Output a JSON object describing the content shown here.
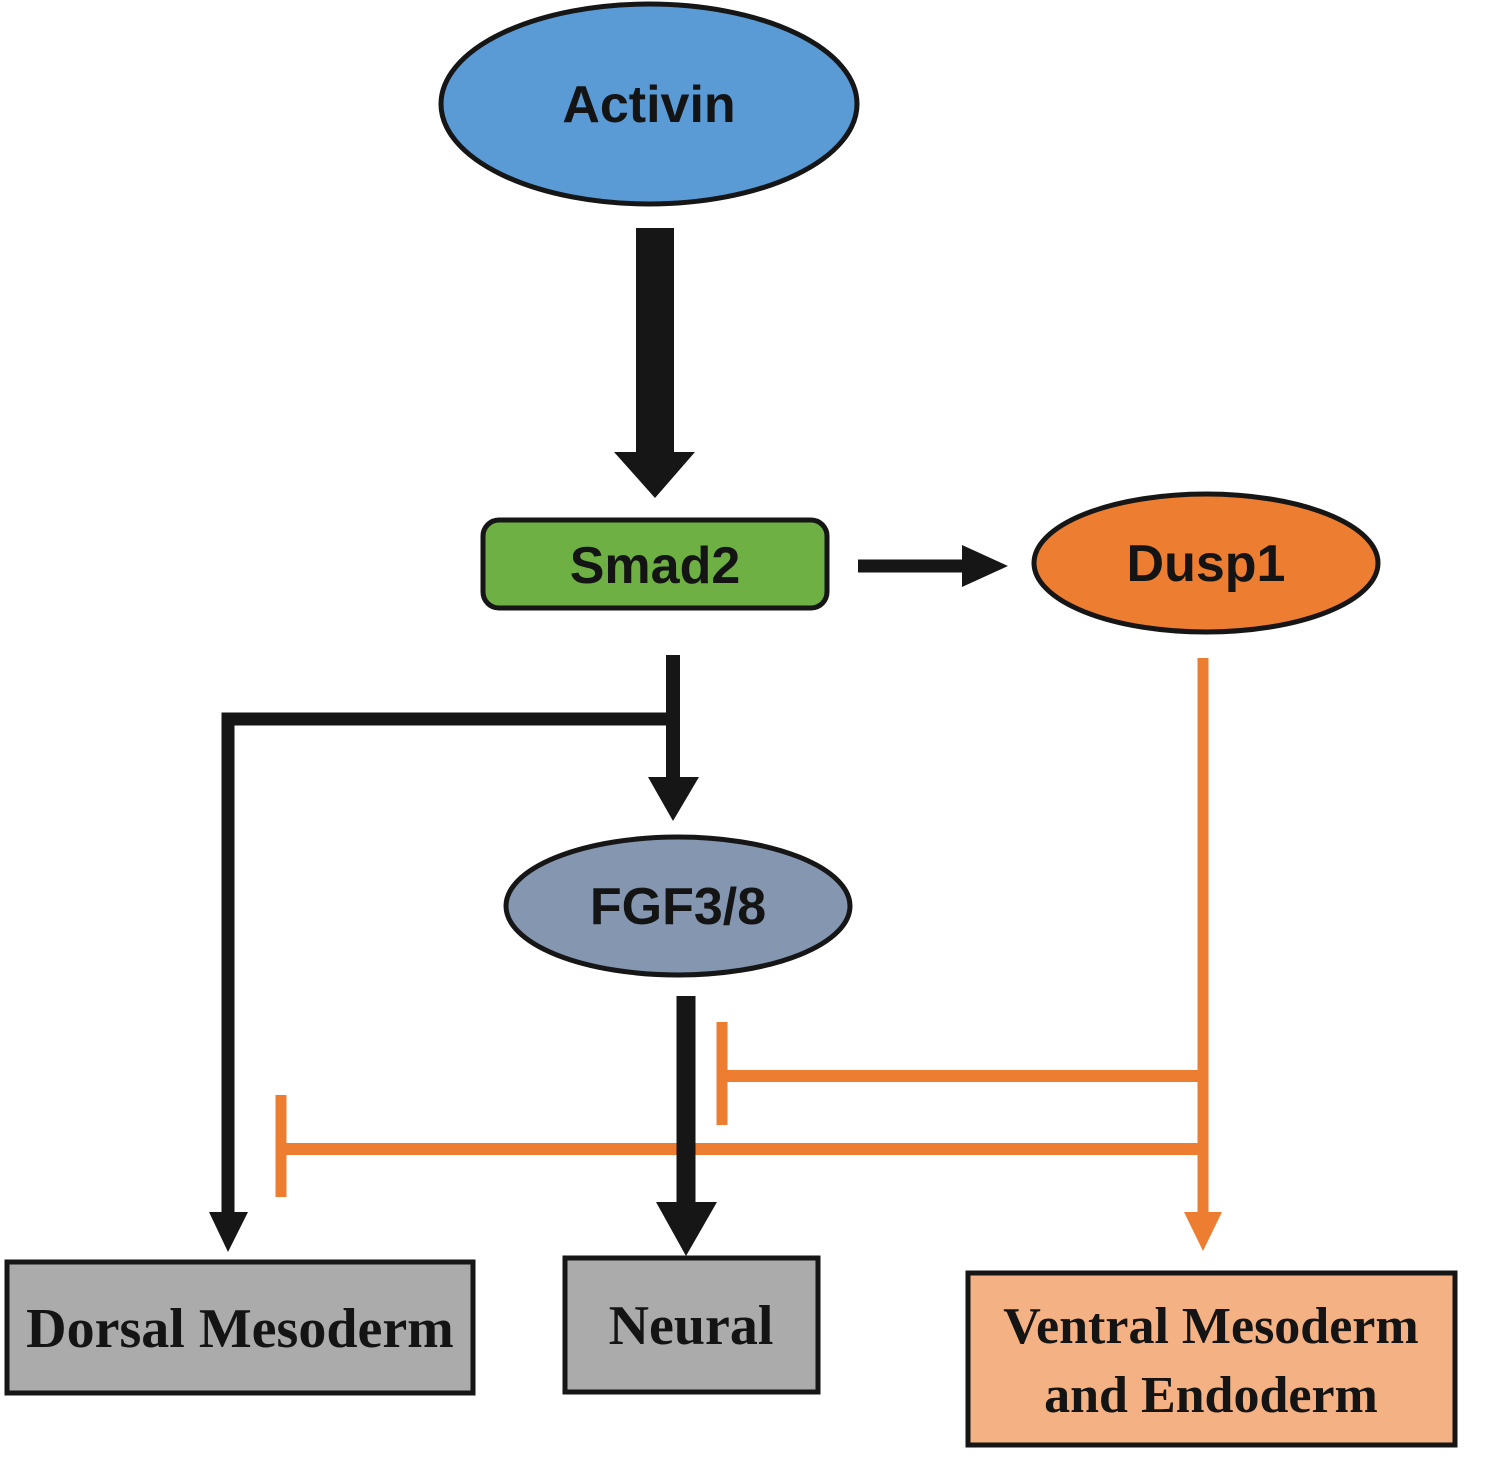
{
  "figure": {
    "type": "signaling-pathway-diagram",
    "background": "#ffffff",
    "nodes": {
      "activin": {
        "label": "Activin",
        "shape": "ellipse",
        "fill": "#5b9bd5"
      },
      "smad2": {
        "label": "Smad2",
        "shape": "rounded-rectangle",
        "fill": "#6fb044"
      },
      "dusp1": {
        "label": "Dusp1",
        "shape": "ellipse",
        "fill": "#ed7d31"
      },
      "fgf3_8": {
        "label": "FGF3/8",
        "shape": "ellipse",
        "fill": "#8496b0"
      },
      "dorsal_mesoderm": {
        "label": "Dorsal Mesoderm",
        "shape": "rectangle",
        "fill": "#ababab"
      },
      "neural": {
        "label": "Neural",
        "shape": "rectangle",
        "fill": "#ababab"
      },
      "ventral_mesoderm_endoderm": {
        "label_line1": "Ventral Mesoderm",
        "label_line2": "and Endoderm",
        "shape": "rectangle",
        "fill": "#f4b183"
      }
    },
    "edge_colors": {
      "activation": "#161616",
      "inhibition": "#ed7d31"
    },
    "edges": [
      {
        "from": "Activin",
        "to": "Smad2",
        "effect": "activation",
        "style": "thick-block-arrow"
      },
      {
        "from": "Smad2",
        "to": "Dusp1",
        "effect": "activation",
        "style": "arrow"
      },
      {
        "from": "Smad2",
        "to": "FGF3/8",
        "effect": "activation",
        "style": "arrow"
      },
      {
        "from": "Smad2",
        "to": "Dorsal Mesoderm",
        "effect": "activation",
        "style": "elbow-arrow"
      },
      {
        "from": "FGF3/8",
        "to": "Neural",
        "effect": "activation",
        "style": "thick-arrow"
      },
      {
        "from": "Dusp1",
        "to": "Ventral Mesoderm and Endoderm",
        "effect": "activation",
        "style": "arrow"
      },
      {
        "from": "Dusp1",
        "to": "FGF3/8 to Neural arrow",
        "effect": "inhibition",
        "style": "t-bar"
      },
      {
        "from": "Dusp1",
        "to": "Smad2 to Dorsal Mesoderm arrow",
        "effect": "inhibition",
        "style": "t-bar"
      }
    ]
  }
}
